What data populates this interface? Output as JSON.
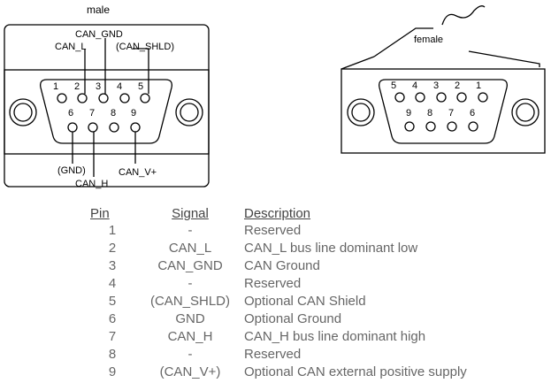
{
  "male_connector": {
    "title": "male",
    "labels": {
      "can_gnd": "CAN_GND",
      "can_l": "CAN_L",
      "can_shld": "(CAN_SHLD)",
      "gnd": "(GND)",
      "can_h": "CAN_H",
      "can_v": "CAN_V+"
    },
    "pins_top": [
      "1",
      "2",
      "3",
      "4",
      "5"
    ],
    "pins_bottom": [
      "6",
      "7",
      "8",
      "9"
    ]
  },
  "female_connector": {
    "title": "female",
    "pins_top": [
      "5",
      "4",
      "3",
      "2",
      "1"
    ],
    "pins_bottom": [
      "9",
      "8",
      "7",
      "6"
    ]
  },
  "pin_table": {
    "headers": [
      "Pin",
      "Signal",
      "Description"
    ],
    "rows": [
      [
        "1",
        "-",
        "Reserved"
      ],
      [
        "2",
        "CAN_L",
        "CAN_L bus line dominant low"
      ],
      [
        "3",
        "CAN_GND",
        "CAN Ground"
      ],
      [
        "4",
        "-",
        "Reserved"
      ],
      [
        "5",
        "(CAN_SHLD)",
        "Optional CAN Shield"
      ],
      [
        "6",
        "GND",
        "Optional Ground"
      ],
      [
        "7",
        "CAN_H",
        "CAN_H bus line dominant high"
      ],
      [
        "8",
        "-",
        "Reserved"
      ],
      [
        "9",
        "(CAN_V+)",
        "Optional CAN external positive supply"
      ]
    ]
  }
}
